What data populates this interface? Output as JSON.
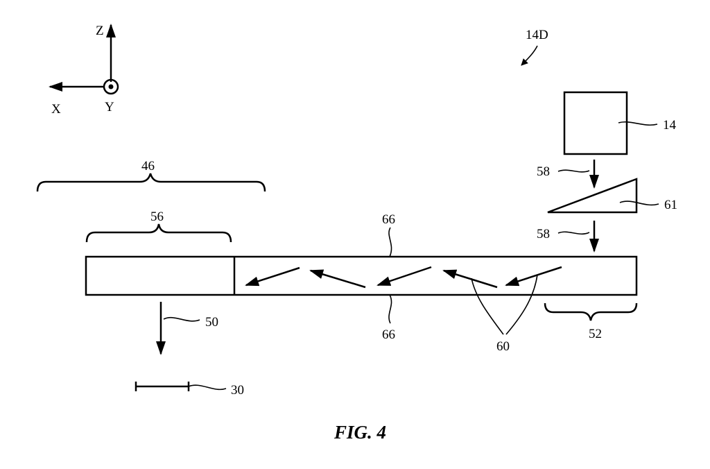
{
  "figure": {
    "caption": "FIG. 4",
    "assembly_ref": "14D"
  },
  "axes": {
    "x": "X",
    "y": "Y",
    "z": "Z"
  },
  "labels": {
    "projector": "14",
    "input_light_top": "58",
    "input_light_bottom": "58",
    "prism": "61",
    "coupling_region": "52",
    "output_region_outer": "46",
    "output_region_inner": "56",
    "waveguide_surface_top": "66",
    "waveguide_surface_bottom": "66",
    "reflected_rays": "60",
    "output_light": "50",
    "eye_box": "30"
  },
  "colors": {
    "ink": "#000000",
    "background": "#ffffff"
  }
}
